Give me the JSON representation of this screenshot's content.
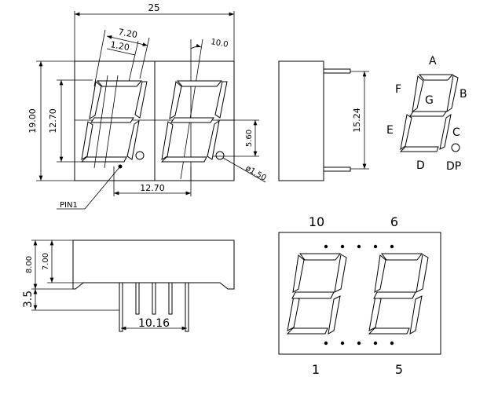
{
  "front_view": {
    "dim_width": "25",
    "dim_height_total": "19.00",
    "dim_height_digit": "12.70",
    "dim_slant_width": "7.20",
    "dim_segment_width": "1.20",
    "dim_slant_angle": "10.0",
    "dim_seg_half": "5.60",
    "dim_pitch": "12.70",
    "dim_dp_diameter": "ø1.50",
    "pin1_label": "PIN1"
  },
  "side_view": {
    "dim_pin_row": "15.24"
  },
  "bottom_view": {
    "dim_height_8": "8.00",
    "dim_height_7": "7.00",
    "dim_pin_length": "3.5",
    "dim_pin_span": "10.16"
  },
  "segment_map": {
    "labels": [
      "A",
      "B",
      "C",
      "D",
      "E",
      "F",
      "G",
      "DP"
    ]
  },
  "pin_view": {
    "top_left": "10",
    "top_right": "6",
    "bottom_left": "1",
    "bottom_right": "5"
  }
}
